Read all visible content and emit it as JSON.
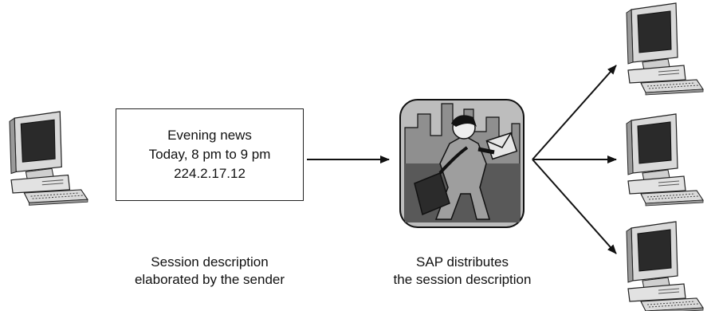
{
  "session_box": {
    "line1": "Evening news",
    "line2": "Today, 8 pm to 9 pm",
    "line3": "224.2.17.12"
  },
  "captions": {
    "sender_line1": "Session description",
    "sender_line2": "elaborated by the sender",
    "sap_line1": "SAP distributes",
    "sap_line2": "the session description"
  },
  "icons": {
    "sender": "desktop-computer-icon",
    "sap": "courier-running-with-envelope-icon",
    "receivers": [
      "desktop-computer-icon",
      "desktop-computer-icon",
      "desktop-computer-icon"
    ]
  }
}
